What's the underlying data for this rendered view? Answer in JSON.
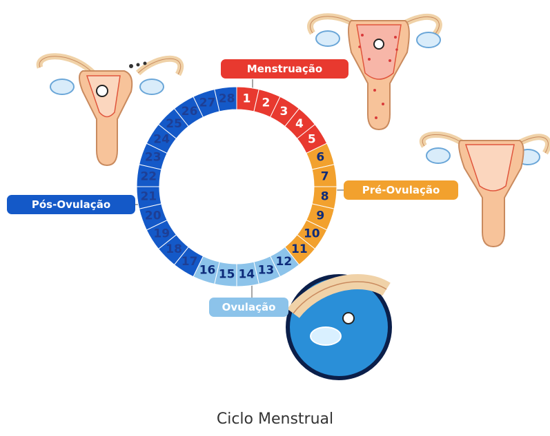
{
  "phases": {
    "menstruation": {
      "label": "Menstruação",
      "color": "#e8392f",
      "days": [
        1,
        2,
        3,
        4,
        5
      ]
    },
    "pre_ovulation": {
      "label": "Pré-Ovulação",
      "color": "#f2a12e",
      "days": [
        6,
        7,
        8,
        9,
        10,
        11
      ]
    },
    "ovulation": {
      "label": "Ovulação",
      "color": "#8cc3ea",
      "days": [
        12,
        13,
        14,
        15,
        16
      ]
    },
    "post_ovulation": {
      "label": "Pós-Ovulação",
      "color": "#1459c8",
      "days": [
        17,
        18,
        19,
        20,
        21,
        22,
        23,
        24,
        25,
        26,
        27,
        28
      ]
    }
  },
  "cycle_days": [
    "1",
    "2",
    "3",
    "4",
    "5",
    "6",
    "7",
    "8",
    "9",
    "10",
    "11",
    "12",
    "13",
    "14",
    "15",
    "16",
    "17",
    "18",
    "19",
    "20",
    "21",
    "22",
    "23",
    "24",
    "25",
    "26",
    "27",
    "28"
  ],
  "footer_title": "Ciclo Menstrual",
  "colors": {
    "number_on_dark": "#ffffff",
    "number_on_light": "#0d2b7a",
    "uterus_fill": "#f7c39a",
    "uterus_stroke": "#d86a3a",
    "ovary_fill": "#cfe6f7",
    "zoom_circle": "#2a8fd8"
  }
}
